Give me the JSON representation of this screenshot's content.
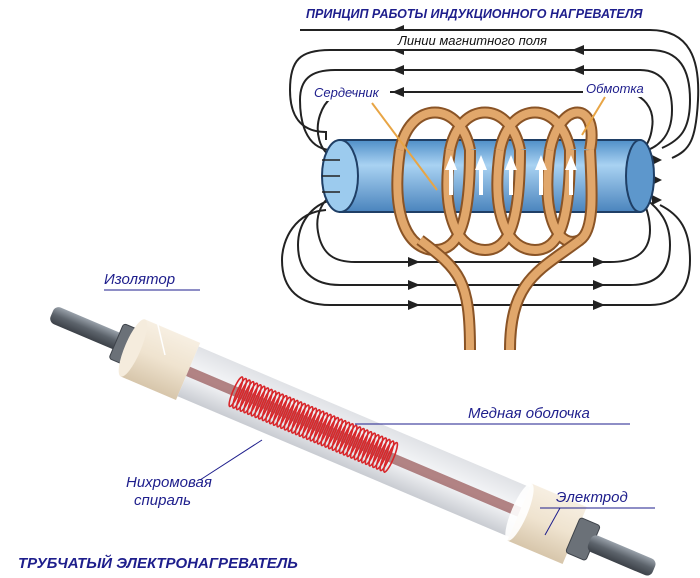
{
  "induction": {
    "title": "ПРИНЦИП РАБОТЫ ИНДУКЦИОННОГО НАГРЕВАТЕЛЯ",
    "field_lines_label": "Линии магнитного поля",
    "core_label": "Сердечник",
    "winding_label": "Обмотка"
  },
  "tubular": {
    "title": "ТРУБЧАТЫЙ ЭЛЕКТРОНАГРЕВАТЕЛЬ",
    "insulator_label": "Изолятор",
    "copper_shell_label": "Медная оболочка",
    "nichrome_label_line1": "Нихромовая",
    "nichrome_label_line2": "спираль",
    "electrode_label": "Электрод"
  },
  "colors": {
    "core_blue": "#7bb6e6",
    "winding_copper": "#d9955a",
    "spiral_red": "#d8262a",
    "label_blue": "#1e1e8c",
    "insulator_cream": "#efe4d2"
  }
}
